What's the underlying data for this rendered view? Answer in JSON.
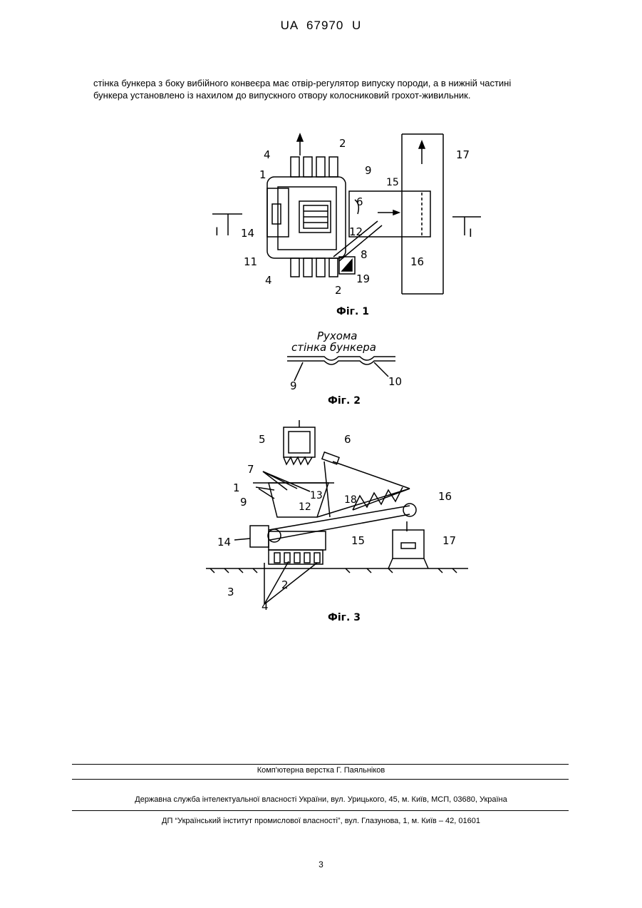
{
  "header": {
    "doc_id": "UA   67970   U"
  },
  "body": {
    "line1": "стінка бункера з боку вибійного конвеєра має отвір-регулятор випуску породи, а в нижній частині",
    "line2": "бункера установлено із нахилом до випускного отвору колосниковий грохот-живильник."
  },
  "fig1": {
    "caption": "Фіг. 1",
    "labels": [
      "2",
      "4",
      "1",
      "9",
      "15",
      "17",
      "6",
      "12",
      "14",
      "11",
      "8",
      "19",
      "2",
      "4",
      "16",
      "I",
      "I"
    ]
  },
  "fig2": {
    "caption": "Фіг. 2",
    "handwriting_1": "Рухома",
    "handwriting_2": "стінка бункера",
    "labels": [
      "9",
      "10"
    ]
  },
  "fig3": {
    "caption": "Фіг. 3",
    "labels": [
      "5",
      "6",
      "7",
      "1",
      "9",
      "12",
      "13",
      "18",
      "16",
      "14",
      "15",
      "17",
      "3",
      "2",
      "4"
    ]
  },
  "footer": {
    "layout": "Комп'ютерна верстка Г. Паяльніков",
    "agency": "Державна служба інтелектуальної власності України, вул. Урицького, 45, м. Київ, МСП, 03680, Україна",
    "institute": "ДП “Український інститут промислової власності”, вул. Глазунова, 1, м. Київ – 42, 01601"
  },
  "page_number": "3"
}
